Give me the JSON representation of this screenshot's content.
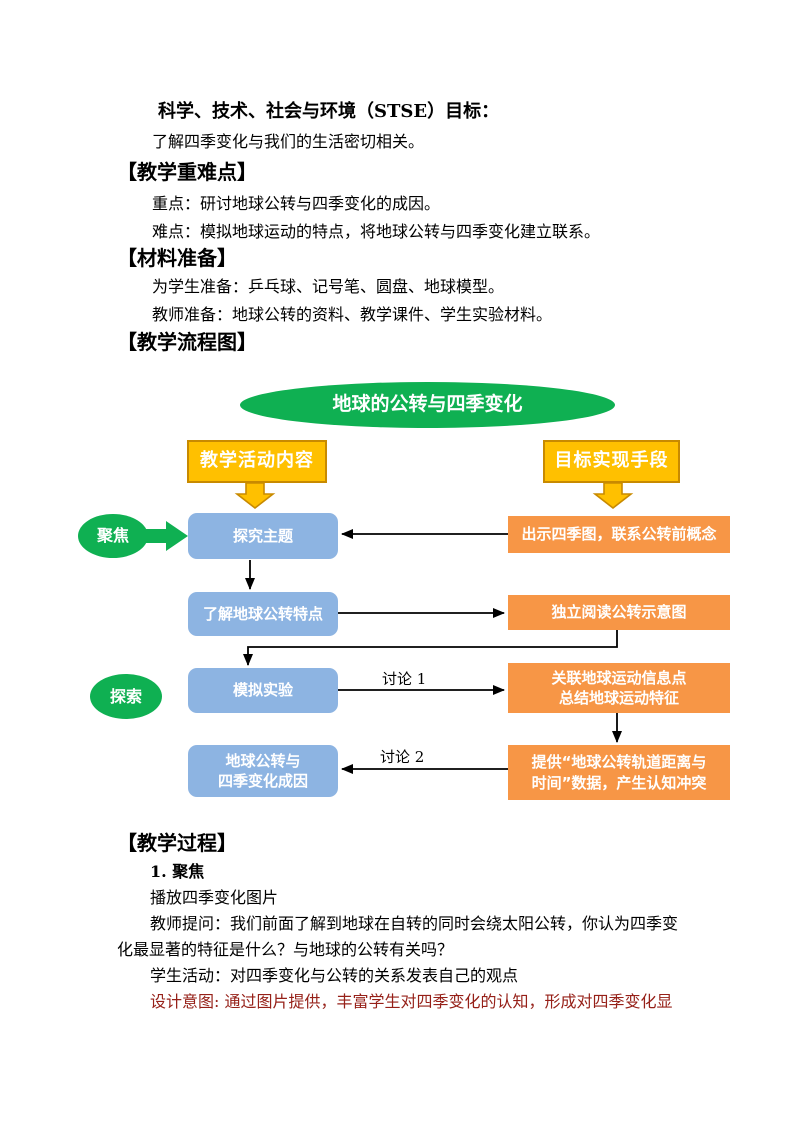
{
  "doc": {
    "stse_title": "科学、技术、社会与环境（STSE）目标：",
    "stse_body": "了解四季变化与我们的生活密切相关。",
    "heading_key_points": "【教学重难点】",
    "key_point": "重点：研讨地球公转与四季变化的成因。",
    "difficult_point": "难点：模拟地球运动的特点，将地球公转与四季变化建立联系。",
    "heading_materials": "【材料准备】",
    "materials_students": "为学生准备：乒乓球、记号笔、圆盘、地球模型。",
    "materials_teacher": "教师准备：地球公转的资料、教学课件、学生实验材料。",
    "heading_flowchart": "【教学流程图】",
    "heading_process": "【教学过程】",
    "step1_title": "1. 聚焦",
    "step1_line1": "播放四季变化图片",
    "step1_line2": "教师提问：我们前面了解到地球在自转的同时会绕太阳公转，你认为四季变",
    "step1_line3": "化最显著的特征是什么？与地球的公转有关吗？",
    "step1_line4": "学生活动：对四季变化与公转的关系发表自己的观点",
    "step1_line5": "设计意图: 通过图片提供，丰富学生对四季变化的认知，形成对四季变化显"
  },
  "flowchart": {
    "title": "地球的公转与四季变化",
    "column_headers": {
      "left": "教学活动内容",
      "right": "目标实现手段"
    },
    "stage_labels": {
      "focus": "聚焦",
      "explore": "探索"
    },
    "activity_boxes": [
      "探究主题",
      "了解地球公转特点",
      "模拟实验",
      "地球公转与\n四季变化成因"
    ],
    "method_boxes": [
      "出示四季图，联系公转前概念",
      "独立阅读公转示意图",
      "关联地球运动信息点\n总结地球运动特征",
      "提供“地球公转轨道距离与\n时间”数据，产生认知冲突"
    ],
    "edge_labels": [
      "讨论 1",
      "讨论 2"
    ],
    "colors": {
      "green": "#0FB052",
      "gold": "#FFC000",
      "gold_border": "#C88A00",
      "blue": "#8DB4E2",
      "orange": "#F79646",
      "connector_black": "#000000",
      "design_intent_red": "#962018"
    }
  }
}
